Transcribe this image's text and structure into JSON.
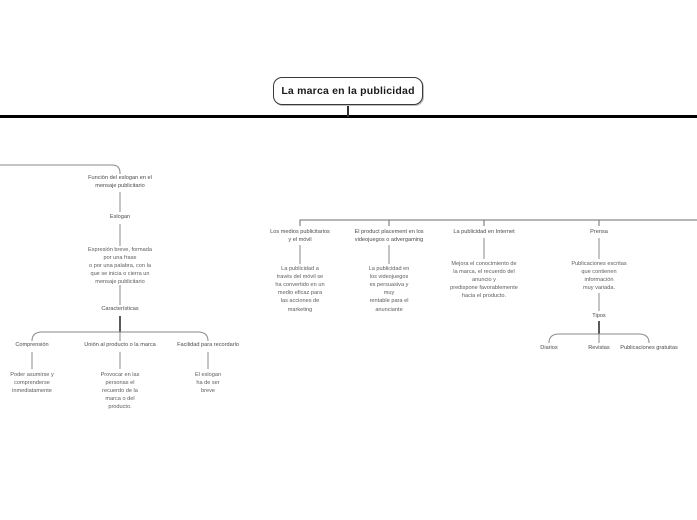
{
  "diagram": {
    "type": "mind-map",
    "title": "La marca en la publicidad",
    "root": {
      "label": "La marca en la publicidad"
    },
    "left_branch": {
      "n1": "Función del eslogan en el\nmensaje publicitario",
      "n2": "Eslogan",
      "n3": "Expresión breve, formada\npor una frase\no por una palabra, con la\nque se inicia o cierra un\nmensaje publicitario",
      "n4": "Características",
      "children": [
        {
          "label": "Comprensión",
          "detail": "Poder asumirse y\ncomprenderse\ninmediatamente"
        },
        {
          "label": "Unión al producto o la marca",
          "detail": "Provocar en las\npersonas el\nrecuerdo de la\nmarca o del\nproducto."
        },
        {
          "label": "Facilidad para recordarlo",
          "detail": "El eslogan\nha de ser\nbreve"
        }
      ]
    },
    "right_branch": {
      "topics": [
        {
          "label": "Los medios publicitarios\ny el móvil",
          "detail": "La publicidad a\ntravés del móvil se\nha convertido en un\nmedio eficaz para\nlas acciones de\nmarketing"
        },
        {
          "label": "El product placement en los\nvideojuegos o advergaming",
          "detail": "La publicidad en\nlos videojuegos\nes persuasiva y\nmuy\nrentable para el\nanunciante"
        },
        {
          "label": "La publicidad en Internet",
          "detail": "Mejora el conocimiento de\nla marca, el recuerdo del\nanuncio y\npredispone favorablemente\nhacia el producto."
        },
        {
          "label": "Prensa",
          "detail": "Publicaciones escritas\nque contienen\ninformación\nmuy variada."
        }
      ],
      "tipos": {
        "label": "Tipos",
        "items": [
          "Diarios",
          "Revistas",
          "Publicaciones gratuitas"
        ]
      }
    },
    "colors": {
      "trunk": "#000000",
      "connector": "#8a8a8a",
      "text": "#555555",
      "title_border": "#3a3a3a",
      "background": "#ffffff"
    }
  }
}
